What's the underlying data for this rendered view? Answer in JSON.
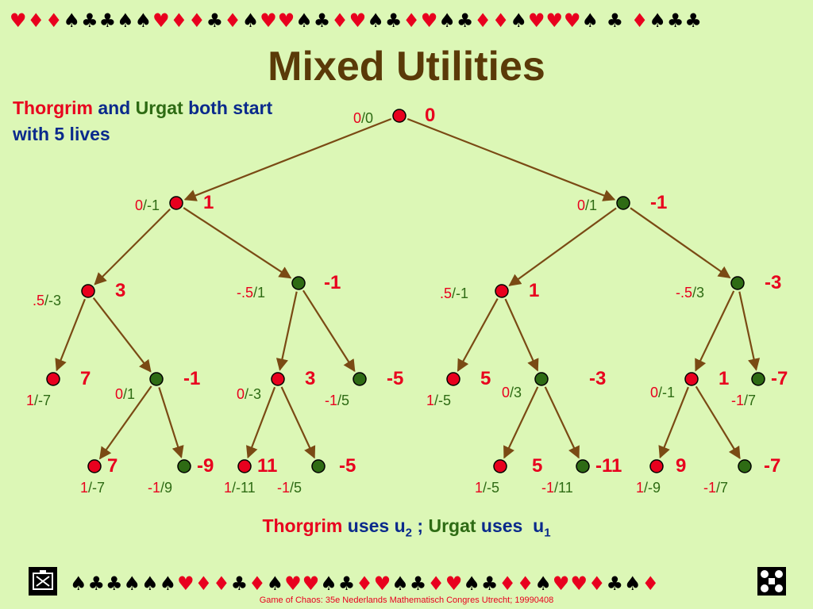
{
  "header": {
    "suits_top": "♥♦♦♠♣♣♠♠♥♦♦♣♦♠♥♥♠♣♦♥♠♣♦♥♠♣♦♦♠♥♥♥♠ ♣ ♦♠♣♣",
    "title": "Mixed Utilities"
  },
  "intro": {
    "thorgrim": "Thorgrim",
    "and": "and",
    "urgat": "Urgat",
    "rest": "both start with 5 lives"
  },
  "tree": {
    "colors": {
      "thorgrim": "#e8001e",
      "urgat": "#2e6b14",
      "edge": "#7a4a14"
    },
    "nodes": [
      {
        "id": "root",
        "player": "thorgrim",
        "lives_a": "0",
        "lives_b": "0",
        "value": "0"
      },
      {
        "id": "L",
        "player": "thorgrim",
        "lives_a": "0",
        "lives_b": "-1",
        "value": "1"
      },
      {
        "id": "R",
        "player": "urgat",
        "lives_a": "0",
        "lives_b": "1",
        "value": "-1"
      },
      {
        "id": "LL",
        "player": "thorgrim",
        "lives_a": ".5",
        "lives_b": "-3",
        "value": "3"
      },
      {
        "id": "LR",
        "player": "urgat",
        "lives_a": "-.5",
        "lives_b": "1",
        "value": "-1"
      },
      {
        "id": "RL",
        "player": "thorgrim",
        "lives_a": ".5",
        "lives_b": "-1",
        "value": "1"
      },
      {
        "id": "RR",
        "player": "urgat",
        "lives_a": "-.5",
        "lives_b": "3",
        "value": "-3"
      },
      {
        "id": "LLL",
        "player": "thorgrim",
        "lives_a": "1",
        "lives_b": "-7",
        "value": "7"
      },
      {
        "id": "LLR",
        "player": "urgat",
        "lives_a": "0",
        "lives_b": "1",
        "value": "-1"
      },
      {
        "id": "LRL",
        "player": "thorgrim",
        "lives_a": "0",
        "lives_b": "-3",
        "value": "3"
      },
      {
        "id": "LRR",
        "player": "urgat",
        "lives_a": "-1",
        "lives_b": "5",
        "value": "-5"
      },
      {
        "id": "RLL",
        "player": "thorgrim",
        "lives_a": "1",
        "lives_b": "-5",
        "value": "5"
      },
      {
        "id": "RLR",
        "player": "urgat",
        "lives_a": "0",
        "lives_b": "3",
        "value": "-3"
      },
      {
        "id": "RRL",
        "player": "thorgrim",
        "lives_a": "0",
        "lives_b": "-1",
        "value": "1"
      },
      {
        "id": "RRR",
        "player": "urgat",
        "lives_a": "-1",
        "lives_b": "7",
        "value": "-7"
      },
      {
        "id": "a",
        "player": "thorgrim",
        "lives_a": "1",
        "lives_b": "-7",
        "value": "7"
      },
      {
        "id": "b",
        "player": "urgat",
        "lives_a": "-1",
        "lives_b": "9",
        "value": "-9"
      },
      {
        "id": "c",
        "player": "thorgrim",
        "lives_a": "1",
        "lives_b": "-11",
        "value": "11"
      },
      {
        "id": "d",
        "player": "urgat",
        "lives_a": "-1",
        "lives_b": "5",
        "value": "-5"
      },
      {
        "id": "e",
        "player": "thorgrim",
        "lives_a": "1",
        "lives_b": "-5",
        "value": "5"
      },
      {
        "id": "f",
        "player": "urgat",
        "lives_a": "-1",
        "lives_b": "11",
        "value": "-11"
      },
      {
        "id": "g",
        "player": "thorgrim",
        "lives_a": "1",
        "lives_b": "-9",
        "value": "9"
      },
      {
        "id": "h",
        "player": "urgat",
        "lives_a": "-1",
        "lives_b": "7",
        "value": "-7"
      }
    ],
    "edges": [
      [
        "root",
        "L"
      ],
      [
        "root",
        "R"
      ],
      [
        "L",
        "LL"
      ],
      [
        "L",
        "LR"
      ],
      [
        "R",
        "RL"
      ],
      [
        "R",
        "RR"
      ],
      [
        "LL",
        "LLL"
      ],
      [
        "LL",
        "LLR"
      ],
      [
        "LR",
        "LRL"
      ],
      [
        "LR",
        "LRR"
      ],
      [
        "RL",
        "RLL"
      ],
      [
        "RL",
        "RLR"
      ],
      [
        "RR",
        "RRL"
      ],
      [
        "RR",
        "RRR"
      ],
      [
        "LLR",
        "a"
      ],
      [
        "LLR",
        "b"
      ],
      [
        "LRL",
        "c"
      ],
      [
        "LRL",
        "d"
      ],
      [
        "RLR",
        "e"
      ],
      [
        "RLR",
        "f"
      ],
      [
        "RRL",
        "g"
      ],
      [
        "RRL",
        "h"
      ]
    ]
  },
  "footer": {
    "thorgrim": "Thorgrim",
    "uses1": "uses",
    "u1": "u",
    "sub1": "2",
    "sep": ";",
    "urgat": "Urgat",
    "uses2": "uses",
    "u2": "u",
    "sub2": "1"
  },
  "bottom": {
    "suits": "♠♣♣♠♠♠♥♦♦♣♦♠♥♥♠♣♦♥♠♣♦♥♠♣♦♦♠♥♥♦♣♠♦",
    "credit": "Game of Chaos:  35e Nederlands Mathematisch Congres Utrecht; 19990408"
  }
}
